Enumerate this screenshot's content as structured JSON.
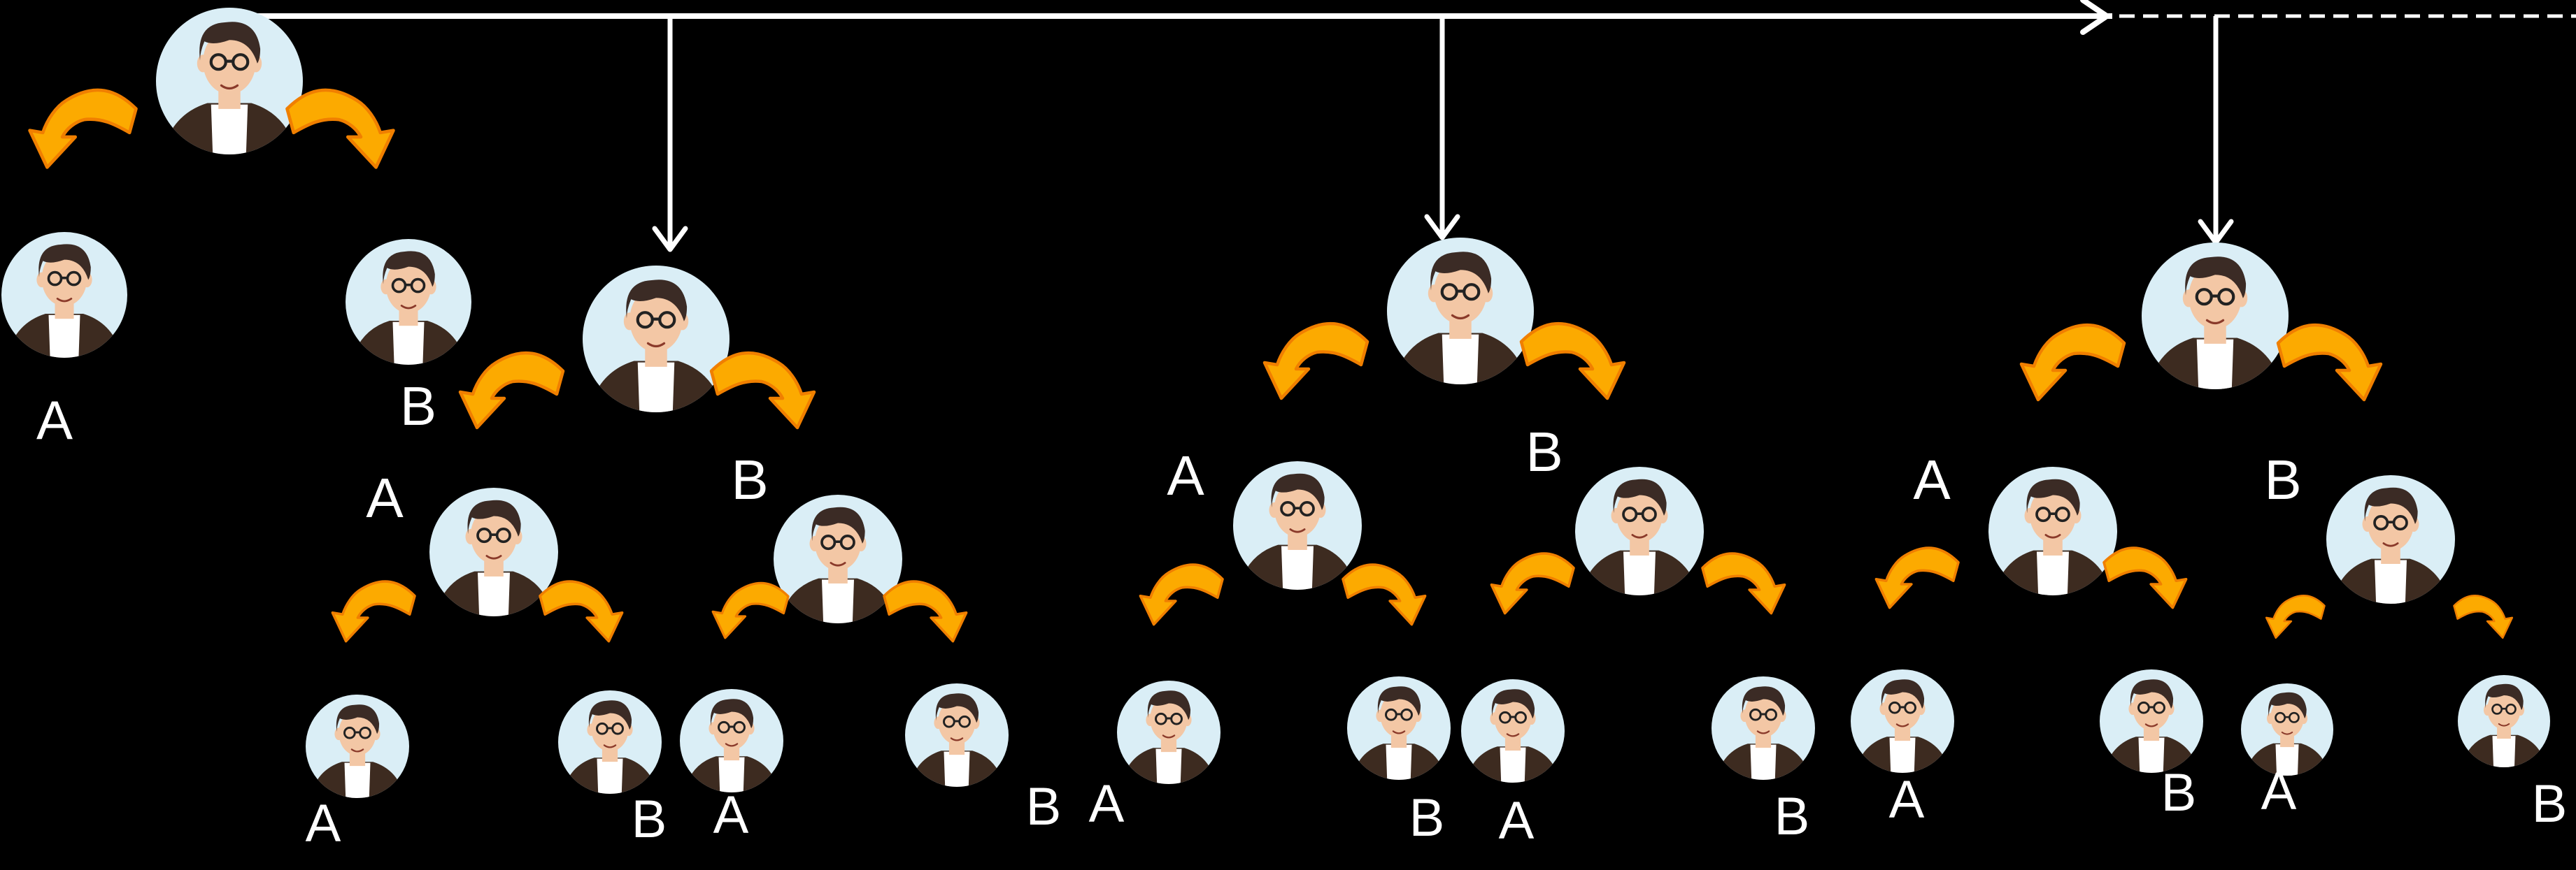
{
  "colors": {
    "background": "#000000",
    "avatar_bg": "#daeef6",
    "arrow_fill": "#fcaa00",
    "arrow_edge": "#f07f00",
    "timeline": "#ffffff",
    "label": "#ffffff",
    "hair": "#3b2b25",
    "skin": "#f3c7a5",
    "jacket": "#3d2b20",
    "shirt": "#ffffff"
  },
  "icons": {
    "avatar": "person-with-glasses-avatar-icon",
    "split_arrow": "curved-orange-arrow-icon",
    "timeline_arrow": "arrow-right-icon"
  },
  "labels": {
    "branch_a": "A",
    "branch_b": "B"
  },
  "timeline": {
    "continues": true
  },
  "diagram": {
    "root": {
      "children": [
        "A",
        "B"
      ]
    },
    "stages": [
      {
        "children": [
          {
            "label": "A",
            "children": [
              "A",
              "B"
            ]
          },
          {
            "label": "B",
            "children": [
              "A",
              "B"
            ]
          }
        ]
      },
      {
        "children": [
          {
            "label": "A",
            "children": [
              "A",
              "B"
            ]
          },
          {
            "label": "B",
            "children": [
              "A",
              "B"
            ]
          }
        ]
      },
      {
        "children": [
          {
            "label": "A",
            "children": [
              "A",
              "B"
            ]
          },
          {
            "label": "B",
            "children": [
              "A",
              "B"
            ]
          }
        ]
      }
    ]
  }
}
